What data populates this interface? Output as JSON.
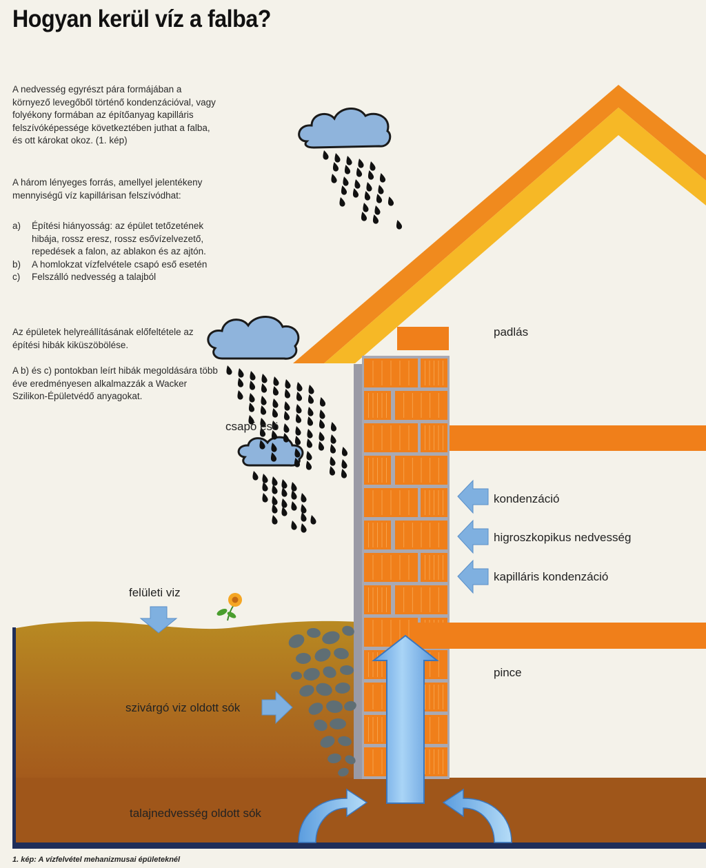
{
  "title": "Hogyan kerül víz a falba?",
  "intro": "A nedvesség egyrészt pára formájában a környező levegőből történő kondenzációval, vagy folyékony formában az építőanyag kapilláris felszívóképessége következtében juthat a falba, és ott károkat okoz. (1. kép)",
  "sources_intro": "A három lényeges forrás, amellyel jelentékeny mennyiségű víz kapillárisan felszívódhat:",
  "sources": [
    {
      "marker": "a)",
      "text": "Építési hiányosság: az épület tetőzetének hibája, rossz eresz, rossz esővízelvezető, repedések a falon, az ablakon és az ajtón."
    },
    {
      "marker": "b)",
      "text": "A homlokzat vízfelvétele csapó eső esetén"
    },
    {
      "marker": "c)",
      "text": "Felszálló nedvesség a talajból"
    }
  ],
  "para_condition": "Az épületek helyreállításának előfeltétele az építési hibák kiküszöbölése.",
  "para_solution": "A b) és c) pontokban leírt hibák megoldására több éve eredményesen alkalmazzák a Wacker Szilikon-Épületvédő anyagokat.",
  "labels": {
    "padlas": "padlás",
    "csapo_eso": "csapó esö",
    "kondenzacio": "kondenzáció",
    "higroszkopikus": "higroszkopikus nedvesség",
    "kapillaris": "kapilláris kondenzáció",
    "feluleti_viz": "felületi viz",
    "pince": "pince",
    "szivargo": "szivárgó viz oldott sók",
    "talajnedvesseg": "talajnedvesség oldott sók"
  },
  "caption": "1. kép: A vízfelvétel mehanizmusai épületeknél",
  "colors": {
    "roof_outer": "#f08a1e",
    "roof_inner": "#f6b826",
    "brick": "#f07f1a",
    "mortar": "#a9a9b3",
    "soil_top": "#b4771f",
    "soil_bottom": "#9d5019",
    "cloud": "#8fb4dc",
    "water_arrow": "#82b4e4",
    "stone": "#5f6e74"
  }
}
